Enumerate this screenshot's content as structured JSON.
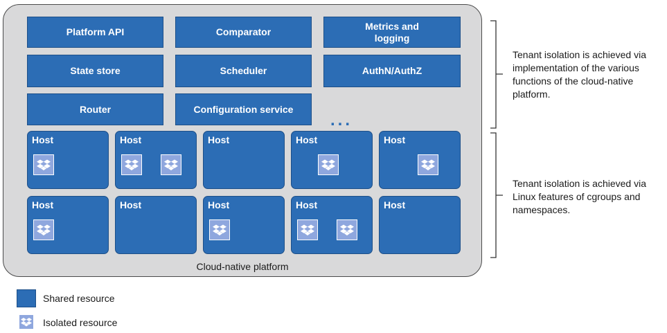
{
  "platform": {
    "label": "Cloud-native platform"
  },
  "services": [
    {
      "label": "Platform API"
    },
    {
      "label": "Comparator"
    },
    {
      "label": "Metrics and\nlogging"
    },
    {
      "label": "State store"
    },
    {
      "label": "Scheduler"
    },
    {
      "label": "AuthN/AuthZ"
    },
    {
      "label": "Router"
    },
    {
      "label": "Configuration service"
    }
  ],
  "more_indicator": "...",
  "host_label": "Host",
  "hosts": [
    {
      "isolated_count": 1
    },
    {
      "isolated_count": 2
    },
    {
      "isolated_count": 0
    },
    {
      "isolated_count": 1
    },
    {
      "isolated_count": 1
    },
    {
      "isolated_count": 1
    },
    {
      "isolated_count": 0
    },
    {
      "isolated_count": 1
    },
    {
      "isolated_count": 2
    },
    {
      "isolated_count": 0
    }
  ],
  "annotations": {
    "top": "Tenant isolation is achieved via implementation of the various functions of the cloud-native platform.",
    "bottom": "Tenant isolation is achieved via Linux features of cgroups and namespaces."
  },
  "legend": {
    "shared": "Shared resource",
    "isolated": "Isolated resource"
  },
  "colors": {
    "shared": "#2c6db5",
    "isolated": "#8fa7de",
    "platform_bg": "#d9d9da"
  }
}
